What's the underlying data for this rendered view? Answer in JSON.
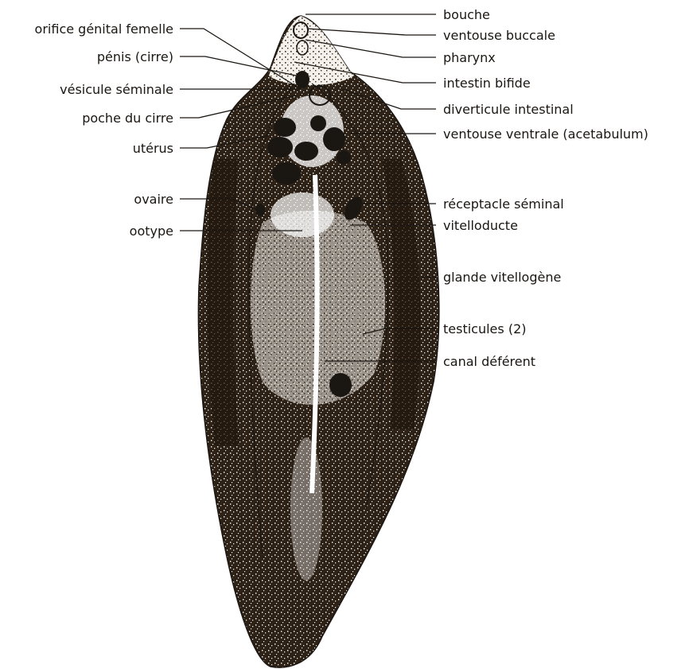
{
  "diagram": {
    "colors": {
      "ink": "#1a1612",
      "body_fill": "#3a2a1a",
      "organ_light": "#ffffff"
    },
    "labels_left": {
      "orifice_genital": "orifice génital femelle",
      "penis": "pénis (cirre)",
      "vesicule": "vésicule séminale",
      "poche": "poche du cirre",
      "uterus": "utérus",
      "ovaire": "ovaire",
      "ootype": "ootype"
    },
    "labels_right": {
      "bouche": "bouche",
      "ventouse_buccale": "ventouse buccale",
      "pharynx": "pharynx",
      "intestin": "intestin bifide",
      "diverticule": "diverticule intestinal",
      "ventouse_ventrale": "ventouse ventrale (acetabulum)",
      "receptacle": "réceptacle séminal",
      "vitelloducte": "vitelloducte",
      "glande": "glande vitellogène",
      "testicules": "testicules (2)",
      "canal": "canal déférent"
    }
  }
}
